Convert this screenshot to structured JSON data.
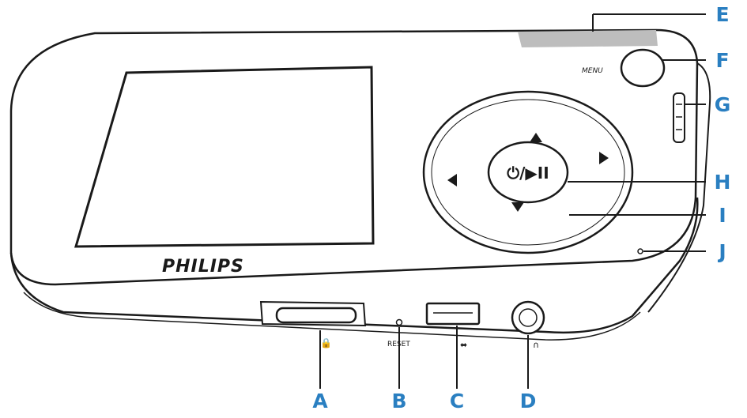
{
  "device": {
    "brand": "PHILIPS",
    "menu_label": "MENU",
    "reset_label": "RESET",
    "center_button_label": "⏻/▶II"
  },
  "callouts": [
    {
      "letter": "A",
      "target": "hold-switch"
    },
    {
      "letter": "B",
      "target": "reset-hole"
    },
    {
      "letter": "C",
      "target": "usb-connector"
    },
    {
      "letter": "D",
      "target": "headphone-jack"
    },
    {
      "letter": "E",
      "target": "display-light-strip"
    },
    {
      "letter": "F",
      "target": "menu-button"
    },
    {
      "letter": "G",
      "target": "volume-control"
    },
    {
      "letter": "H",
      "target": "power-play-pause-button"
    },
    {
      "letter": "I",
      "target": "navigation-ring"
    },
    {
      "letter": "J",
      "target": "microphone"
    }
  ],
  "colors": {
    "callout": "#2a7fc1",
    "outline": "#1a1a1a",
    "strip": "#bdbdbd"
  }
}
